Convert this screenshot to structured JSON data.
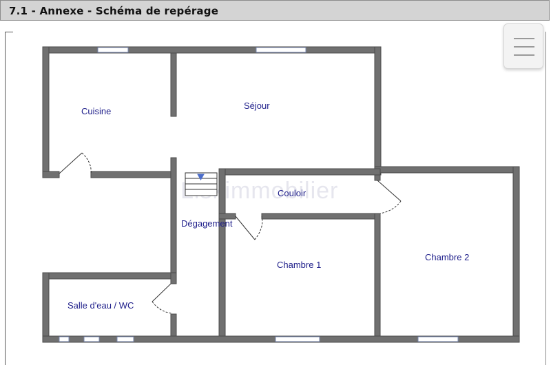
{
  "header": {
    "title": "7.1 - Annexe - Schéma de repérage"
  },
  "plan": {
    "rooms": {
      "cuisine": "Cuisine",
      "sejour": "Séjour",
      "couloir": "Couloir",
      "degagement": "Dégagement",
      "chambre1": "Chambre 1",
      "chambre2": "Chambre 2",
      "salle_eau": "Salle d'eau / WC"
    },
    "watermark": "Liskimmobilier"
  },
  "colors": {
    "wall": "#707070",
    "label": "#1e1e8a",
    "header_bg": "#d4d4d4"
  },
  "menu": {
    "icon": "hamburger-menu-icon"
  }
}
